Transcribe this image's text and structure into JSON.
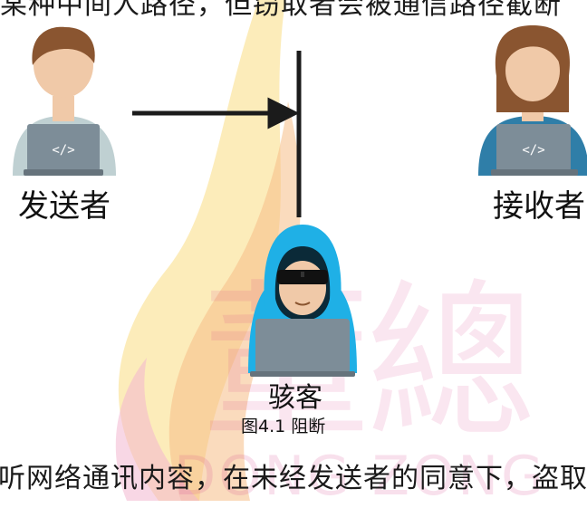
{
  "text": {
    "top_line": "某种中间人路径，但窃取者会被通信路径截断",
    "bottom_line": "听网络通讯内容，在未经发送者的同意下，盗取"
  },
  "labels": {
    "sender": "发送者",
    "receiver": "接收者",
    "hacker": "骇客",
    "laptop_code": "</>"
  },
  "caption": "图4.1 阻断",
  "watermark": {
    "cn": "董總",
    "en": "DONG ZONG"
  },
  "colors": {
    "arrow": "#1b1b1b",
    "sender_shirt": "#bfd0d2",
    "receiver_shirt": "#2f7ea8",
    "hoodie": "#1fb0e6",
    "laptop": "#7d8d98",
    "watermark": "#d63d8a",
    "flame_yellow": "#fbe4a0",
    "flame_orange": "#f6bd86",
    "flame_pink": "#f2b6cf"
  },
  "icons": [
    "sender-person-icon",
    "receiver-person-icon",
    "hacker-icon",
    "arrow-icon",
    "laptop-icon"
  ]
}
